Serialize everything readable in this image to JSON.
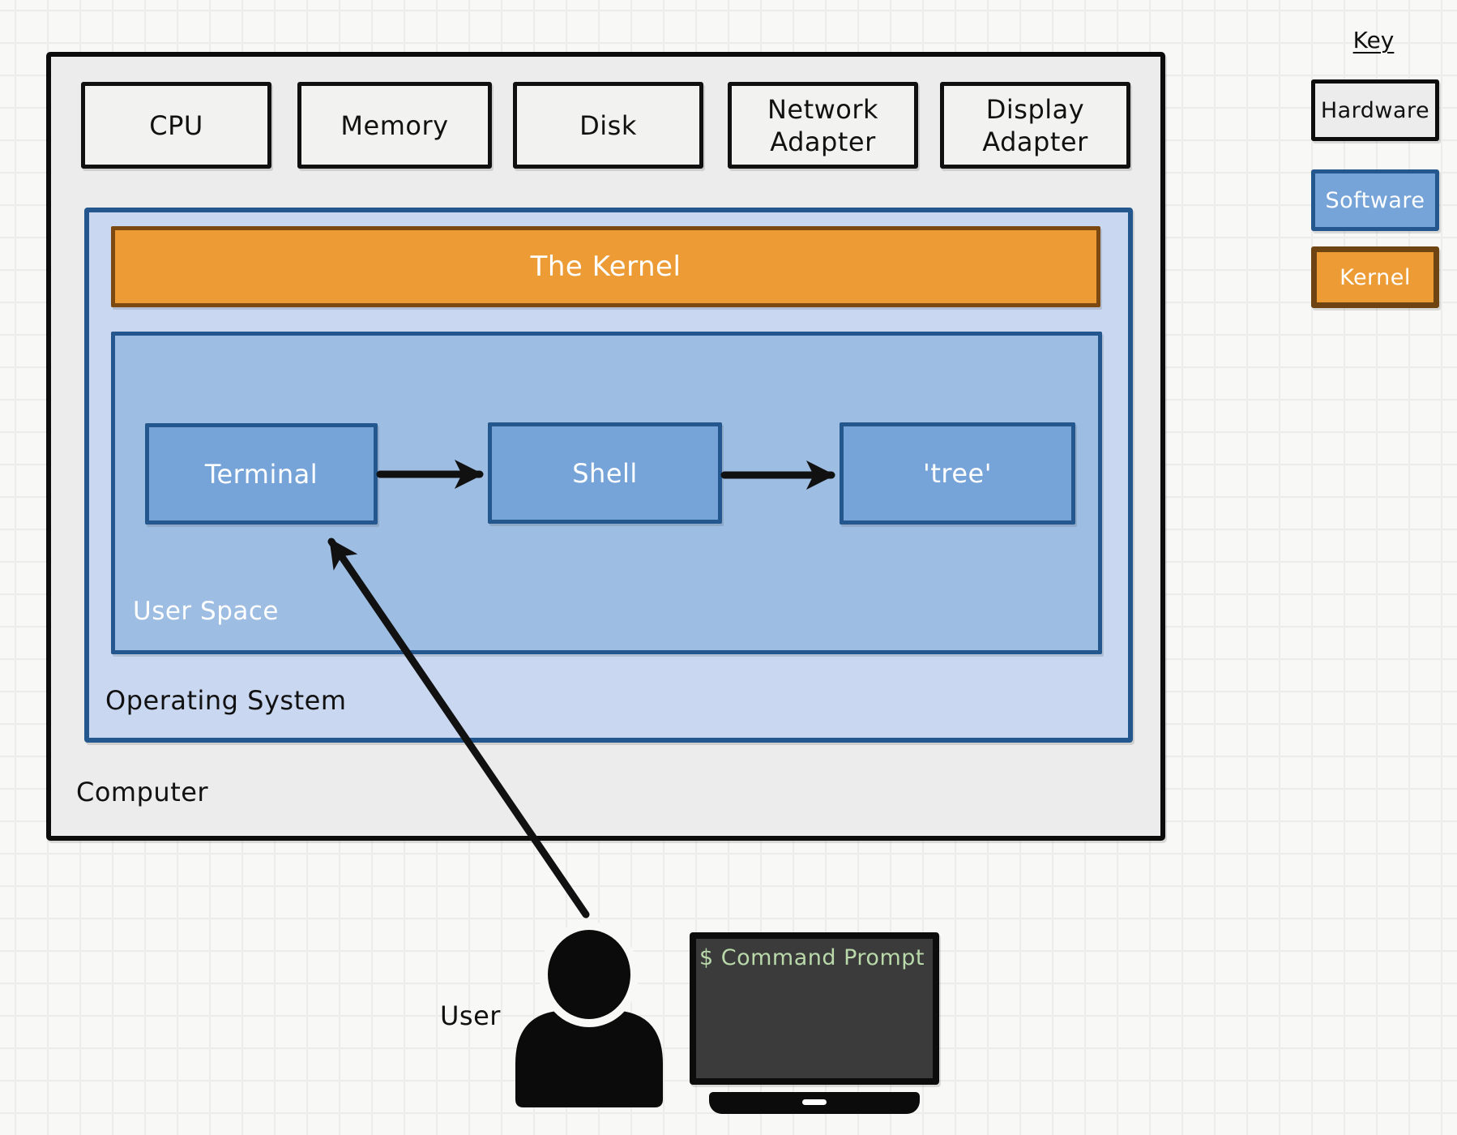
{
  "diagram": {
    "computer_label": "Computer",
    "os_label": "Operating System",
    "kernel_label": "The Kernel",
    "user_space_label": "User Space",
    "hardware": [
      "CPU",
      "Memory",
      "Disk",
      "Network Adapter",
      "Display Adapter"
    ],
    "processes": [
      "Terminal",
      "Shell",
      "'tree'"
    ],
    "user_label": "User",
    "monitor_text": "$ Command Prompt"
  },
  "key": {
    "title": "Key",
    "items": [
      {
        "label": "Hardware",
        "type": "hardware"
      },
      {
        "label": "Software",
        "type": "software"
      },
      {
        "label": "Kernel",
        "type": "kernel"
      }
    ]
  },
  "colors": {
    "hardware_fill": "#ececec",
    "software_fill": "#76a4d8",
    "os_fill": "#c9d7f1",
    "user_space_fill": "#9dbde2",
    "kernel_fill": "#ec9b35",
    "border_blue": "#24578d",
    "border_brown": "#7c4a10",
    "monitor_screen": "#3b3b3b",
    "monitor_text_color": "#b9d9ab",
    "arrow_color": "#111111"
  }
}
